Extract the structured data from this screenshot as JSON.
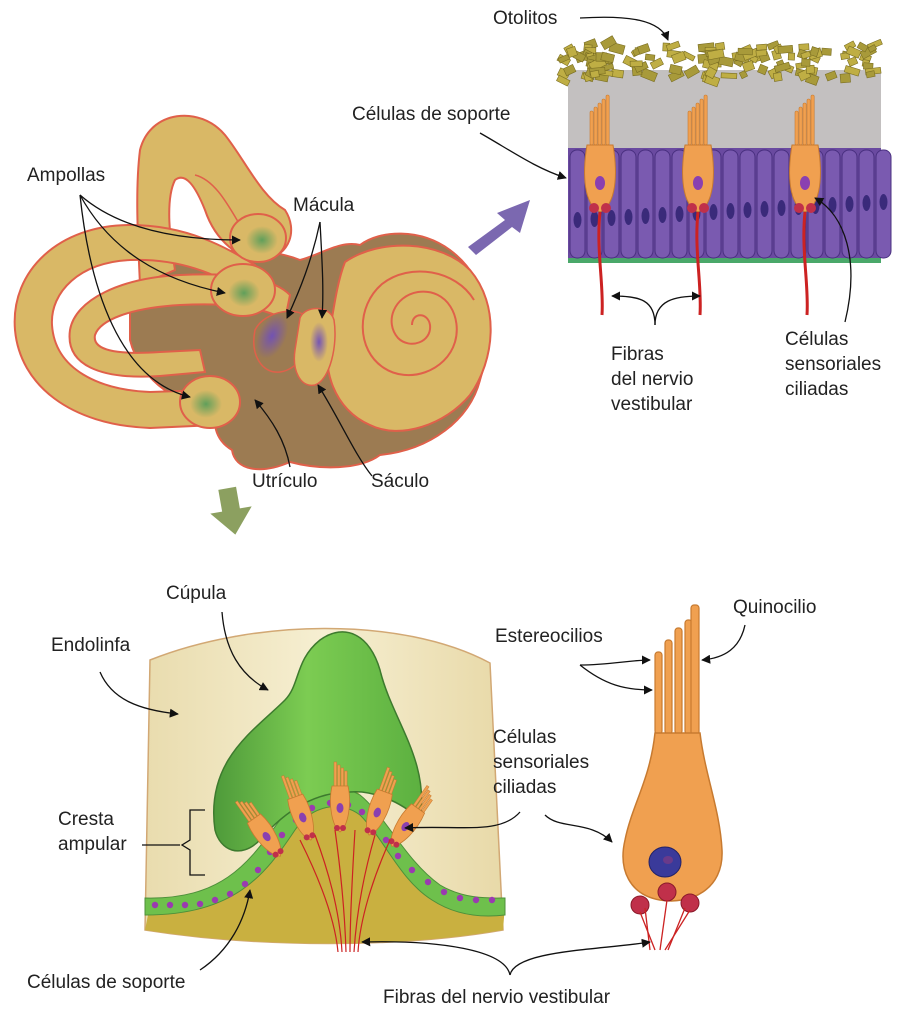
{
  "colors": {
    "bony_labyrinth": "#d9b866",
    "membranous": "#c9a85a",
    "outline": "#e0604a",
    "vestibule": "#9c7b52",
    "macula": "#8060b8",
    "ampulla_spot": "#6aa86a",
    "otoliths": "#a89a3a",
    "gel_layer": "#c3c0c0",
    "support_cells": "#6a4aa0",
    "hair_cell": "#f0a050",
    "nerve": "#cc2222",
    "cupula": "#6cc04a",
    "endolymph": "#efe3b8",
    "big_arrow_top": "#7b68b0",
    "big_arrow_left": "#8ca060"
  },
  "labels": {
    "otolitos": "Otolitos",
    "celulas_soporte_top": "Células de soporte",
    "ampollas": "Ampollas",
    "macula": "Mácula",
    "utriculo": "Utrículo",
    "saculo": "Sáculo",
    "fibras_top": [
      "Fibras",
      "del nervio",
      "vestibular"
    ],
    "celulas_sensoriales_top": [
      "Células",
      "sensoriales",
      "ciliadas"
    ],
    "cupula": "Cúpula",
    "endolinfa": "Endolinfa",
    "cresta": [
      "Cresta",
      "ampular"
    ],
    "celulas_soporte_bottom": "Células de soporte",
    "estereocilios": "Estereocilios",
    "quinocilio": "Quinocilio",
    "celulas_sensoriales_bottom": [
      "Células",
      "sensoriales",
      "ciliadas"
    ],
    "fibras_bottom": "Fibras del nervio vestibular"
  }
}
